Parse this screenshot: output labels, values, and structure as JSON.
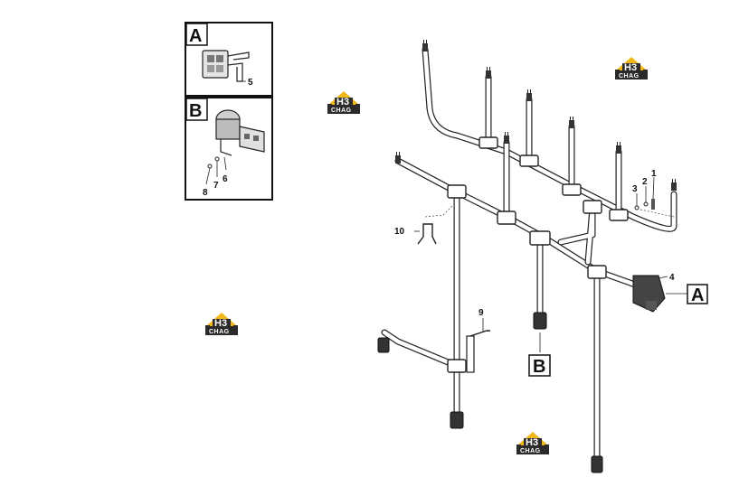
{
  "inset_panels": {
    "a": {
      "letter": "A",
      "callouts": [
        "5"
      ]
    },
    "b": {
      "letter": "B",
      "callouts": [
        "6",
        "7",
        "8"
      ]
    }
  },
  "callouts": [
    "1",
    "2",
    "3",
    "4",
    "9",
    "10"
  ],
  "box_labels": {
    "a": "A",
    "b": "B"
  },
  "watermark": {
    "top": "H3",
    "bottom": "CHAG",
    "colors": {
      "gold": "#f2b81b",
      "dark": "#2b2b2b"
    }
  }
}
